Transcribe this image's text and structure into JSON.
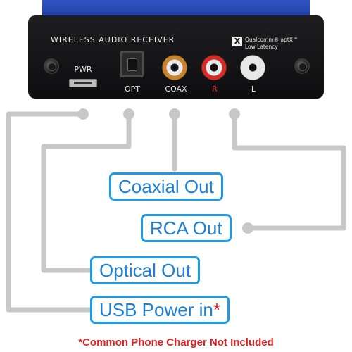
{
  "device": {
    "title": "WIRELESS AUDIO RECEIVER",
    "badge": {
      "logo": "X",
      "line1": "Qualcomm® aptX™",
      "line2": "Low Latency"
    },
    "ports": {
      "pwr": "PWR",
      "opt": "OPT",
      "coax": "COAX",
      "r": "R",
      "l": "L"
    },
    "colors": {
      "body_blue": "#2f55c4",
      "face": "#111111",
      "r_label": "#e03030",
      "coax_ring": "#c9822e",
      "r_ring": "#d42b2b",
      "l_ring": "#e8e8e8"
    }
  },
  "callouts": {
    "coaxial": "Coaxial Out",
    "rca": "RCA Out",
    "optical": "Optical Out",
    "usb": "USB Power in",
    "usb_asterisk": "*"
  },
  "footnote": "*Common Phone Charger Not Included",
  "colors": {
    "callout_border": "#1d9be8",
    "callout_text": "#1d7fd6",
    "footnote": "#e02020",
    "connector": "#c8c8c8"
  }
}
